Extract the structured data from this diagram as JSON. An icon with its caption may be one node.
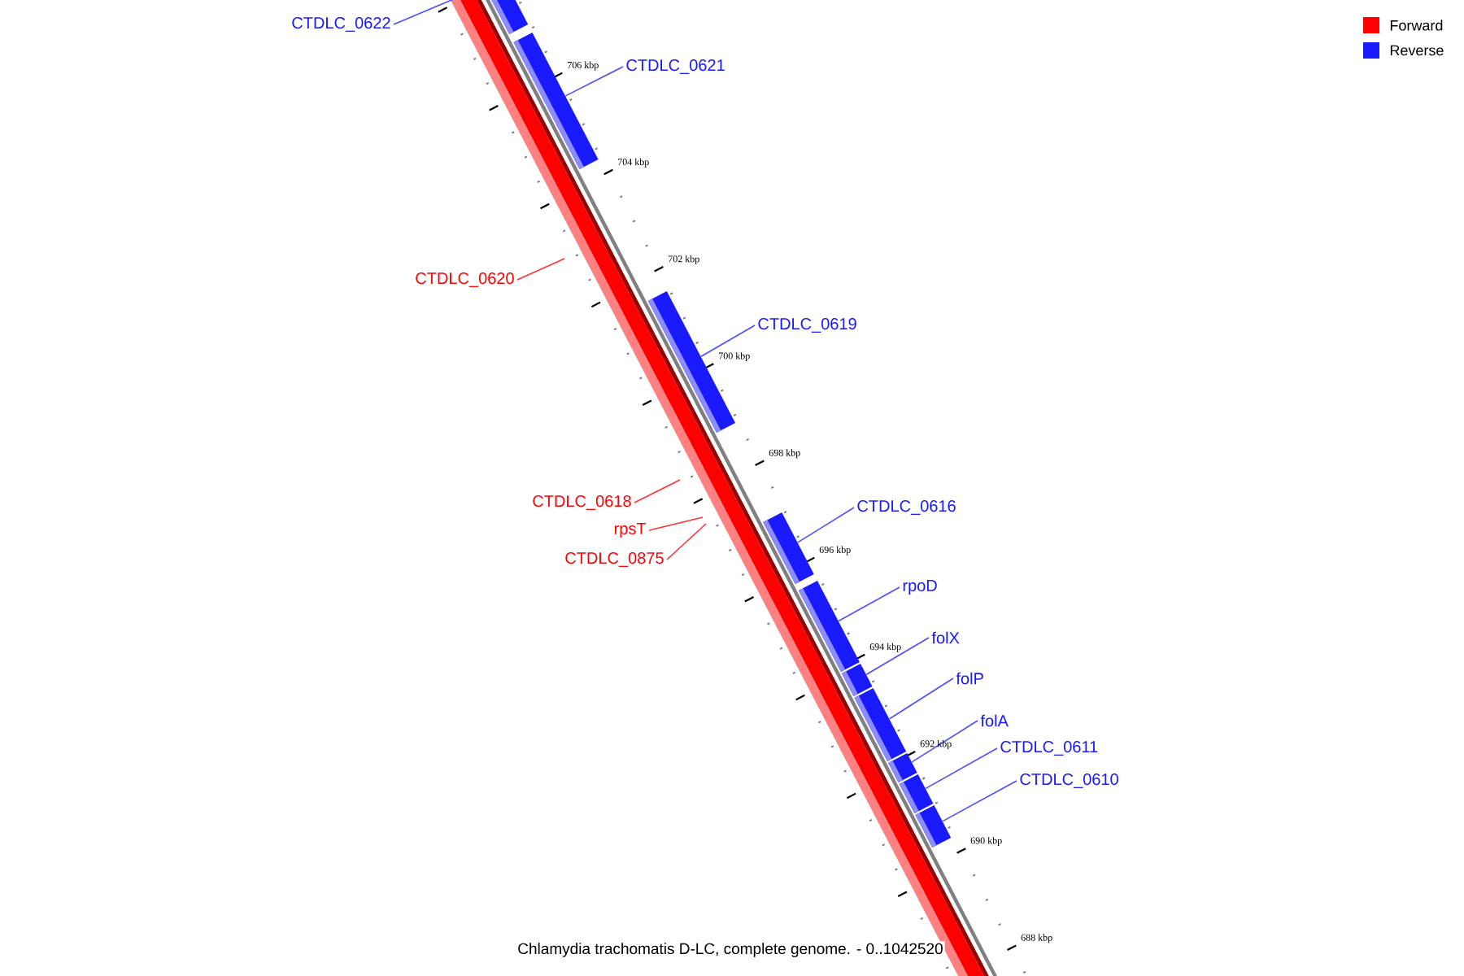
{
  "diagram": {
    "caption": "Chlamydia trachomatis D-LC, complete genome. - 0..1042520",
    "nodes": [
      {
        "text": [
          "CTDLC_0622"
        ]
      },
      {
        "text": [
          "CTDLC_0621"
        ]
      },
      {
        "text": [
          "CTDLC_0620"
        ]
      },
      {
        "text": [
          "CTDLC_0619"
        ]
      },
      {
        "text": [
          "CTDLC_0618"
        ]
      },
      {
        "text": [
          "CTDLC_0616"
        ]
      },
      {
        "text": [
          "rpsT"
        ]
      },
      {
        "text": [
          "CTDLC_0875"
        ]
      },
      {
        "text": [
          "rpoD"
        ]
      },
      {
        "text": [
          "folX"
        ]
      },
      {
        "text": [
          "folP"
        ]
      },
      {
        "text": [
          "folA"
        ]
      },
      {
        "text": [
          "CTDLC_0611"
        ]
      },
      {
        "text": [
          "CTDLC_0610"
        ]
      },
      {
        "text": [],
        "shape": "bar"
      },
      {
        "text": [],
        "shape": "bar"
      },
      {
        "text": [],
        "shape": "bar"
      },
      {
        "text": [],
        "shape": "bar"
      },
      {
        "text": [],
        "shape": "bar"
      },
      {
        "text": [],
        "shape": "bar"
      },
      {
        "text": [],
        "shape": "bar"
      },
      {
        "text": [],
        "shape": "bar"
      },
      {
        "text": [],
        "shape": "bar"
      },
      {
        "text": [],
        "shape": "bar"
      }
    ],
    "edges": [
      {
        "from": 0,
        "to": 14,
        "arrow": "none"
      },
      {
        "from": 1,
        "to": 15,
        "arrow": "none"
      },
      {
        "from": 2,
        "to": null,
        "arrow": "none",
        "color": "#ff3333"
      },
      {
        "from": 3,
        "to": 16,
        "arrow": "none"
      },
      {
        "from": 4,
        "to": null,
        "arrow": "none",
        "color": "#ff3333"
      },
      {
        "from": 5,
        "to": 17,
        "arrow": "none"
      },
      {
        "from": 6,
        "to": null,
        "arrow": "none",
        "color": "#ff3333"
      },
      {
        "from": 7,
        "to": null,
        "arrow": "none",
        "color": "#ff3333"
      },
      {
        "from": 8,
        "to": 18,
        "arrow": "none"
      },
      {
        "from": 9,
        "to": 19,
        "arrow": "none"
      },
      {
        "from": 10,
        "to": 20,
        "arrow": "none"
      },
      {
        "from": 11,
        "to": 21,
        "arrow": "none"
      },
      {
        "from": 12,
        "to": 22,
        "arrow": "none"
      },
      {
        "from": 13,
        "to": 23,
        "arrow": "none"
      }
    ],
    "labels": [
      "706 kbp",
      "704 kbp",
      "702 kbp",
      "700 kbp",
      "698 kbp",
      "696 kbp",
      "694 kbp",
      "692 kbp",
      "690 kbp",
      "688 kbp"
    ],
    "legend": [
      {
        "text": "Forward",
        "color": "#ff0000"
      },
      {
        "text": "Reverse",
        "color": "#1a1aff"
      }
    ]
  }
}
